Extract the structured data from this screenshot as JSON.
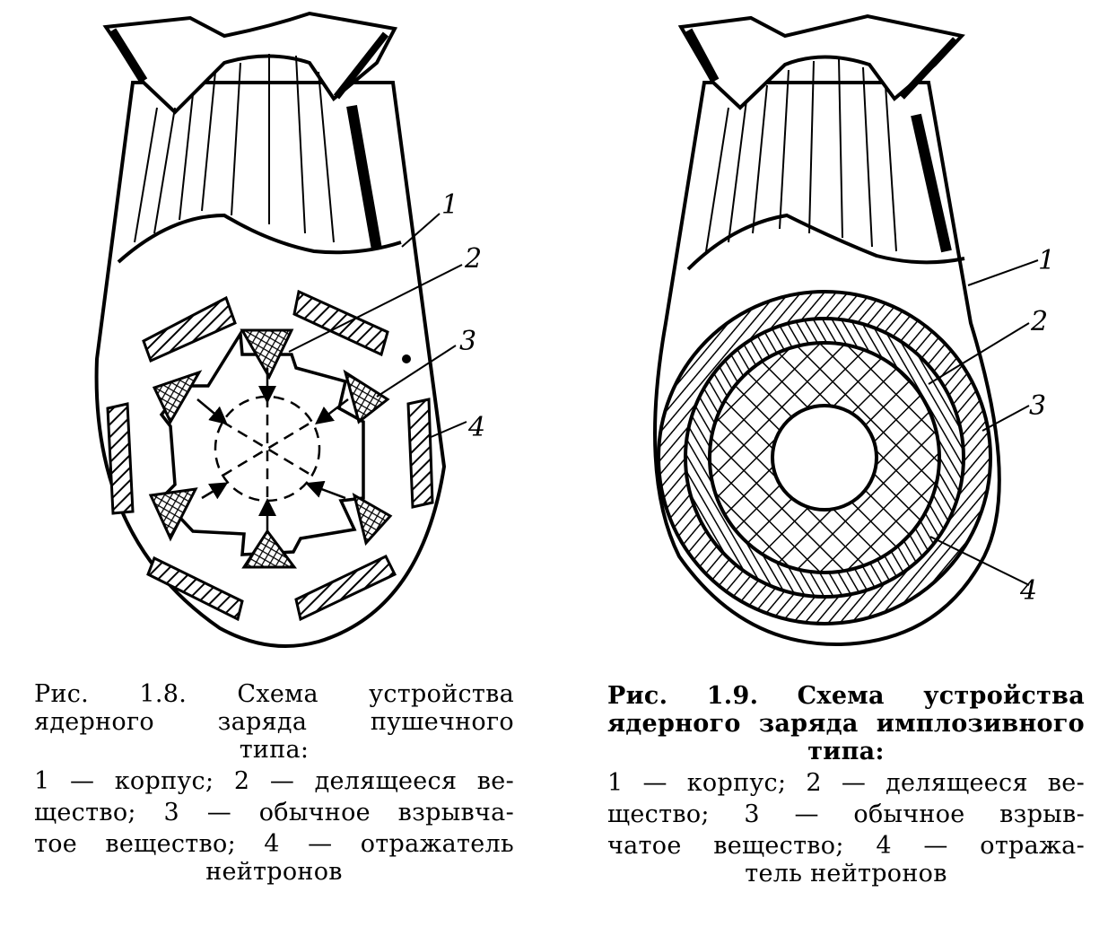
{
  "figures": [
    {
      "callouts": [
        "1",
        "2",
        "3",
        "4"
      ],
      "caption": {
        "title_lines": [
          "Рис. 1.8. Схема устройства",
          "ядерного заряда пушечного"
        ],
        "title_end": "типа:",
        "legend_lines": [
          "1 — корпус; 2 — делящееся ве-",
          "щество; 3 — обычное взрывча-",
          "тое вещество; 4 — отражатель"
        ],
        "legend_end": "нейтронов"
      }
    },
    {
      "callouts": [
        "1",
        "2",
        "3",
        "4"
      ],
      "caption": {
        "title_lines": [
          "Рис. 1.9. Схема устройства",
          "ядерного заряда имплозивного"
        ],
        "title_end": "типа:",
        "legend_lines": [
          "1 — корпус; 2 — делящееся ве-",
          "щество; 3 — обычное взрыв-",
          "чатое вещество; 4 — отража-"
        ],
        "legend_end": "тель нейтронов"
      }
    }
  ]
}
